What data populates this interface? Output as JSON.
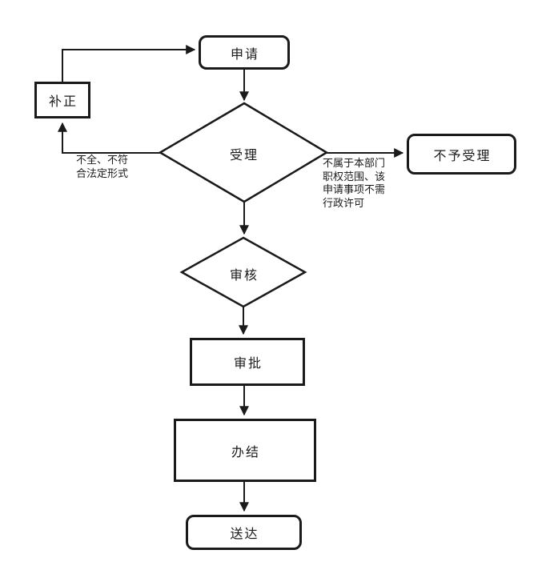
{
  "diagram": {
    "nodes": {
      "apply": {
        "label": "申请"
      },
      "correction": {
        "label": "补正"
      },
      "accept": {
        "label": "受理"
      },
      "reject": {
        "label": "不予受理"
      },
      "review": {
        "label": "审核"
      },
      "approve": {
        "label": "审批"
      },
      "complete": {
        "label": "办结"
      },
      "deliver": {
        "label": "送达"
      }
    },
    "edge_labels": {
      "incomplete": "不全、不符\n合法定形式",
      "not_accepted": "不属于本部门\n职权范围、该\n申请事项不需\n行政许可"
    },
    "colors": {
      "stroke": "#1a1a1a",
      "background": "#ffffff",
      "text": "#1a1a1a"
    }
  }
}
